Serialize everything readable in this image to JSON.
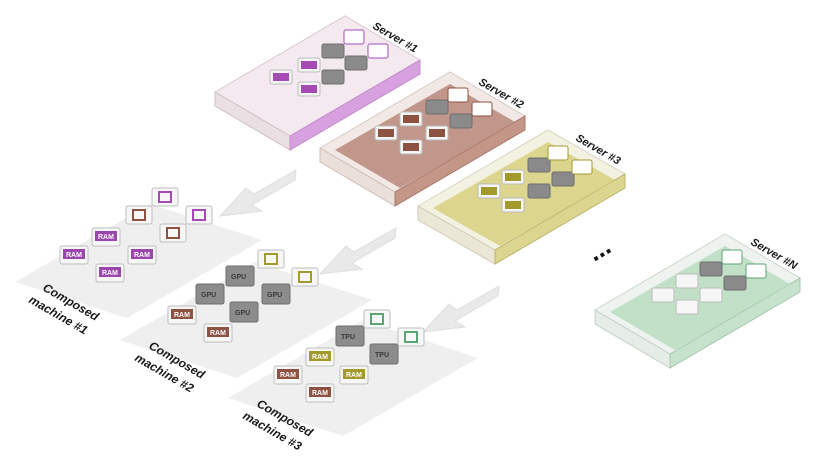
{
  "servers": [
    {
      "label": "Server #1",
      "color": "#c77ad1",
      "accent": "#a64bb3"
    },
    {
      "label": "Server #2",
      "color": "#b9877a",
      "accent": "#8e5242"
    },
    {
      "label": "Server #3",
      "color": "#d6d07e",
      "accent": "#a39a2e"
    },
    {
      "label": "Server #N",
      "color": "#b8dcc0",
      "accent": "#5ba473"
    }
  ],
  "ellipsis": "...",
  "composed": [
    {
      "line1": "Composed",
      "line2": "machine #1"
    },
    {
      "line1": "Composed",
      "line2": "machine #2"
    },
    {
      "line1": "Composed",
      "line2": "machine #3"
    }
  ],
  "chip_labels": {
    "ram": "RAM",
    "gpu": "GPU",
    "tpu": "TPU"
  }
}
